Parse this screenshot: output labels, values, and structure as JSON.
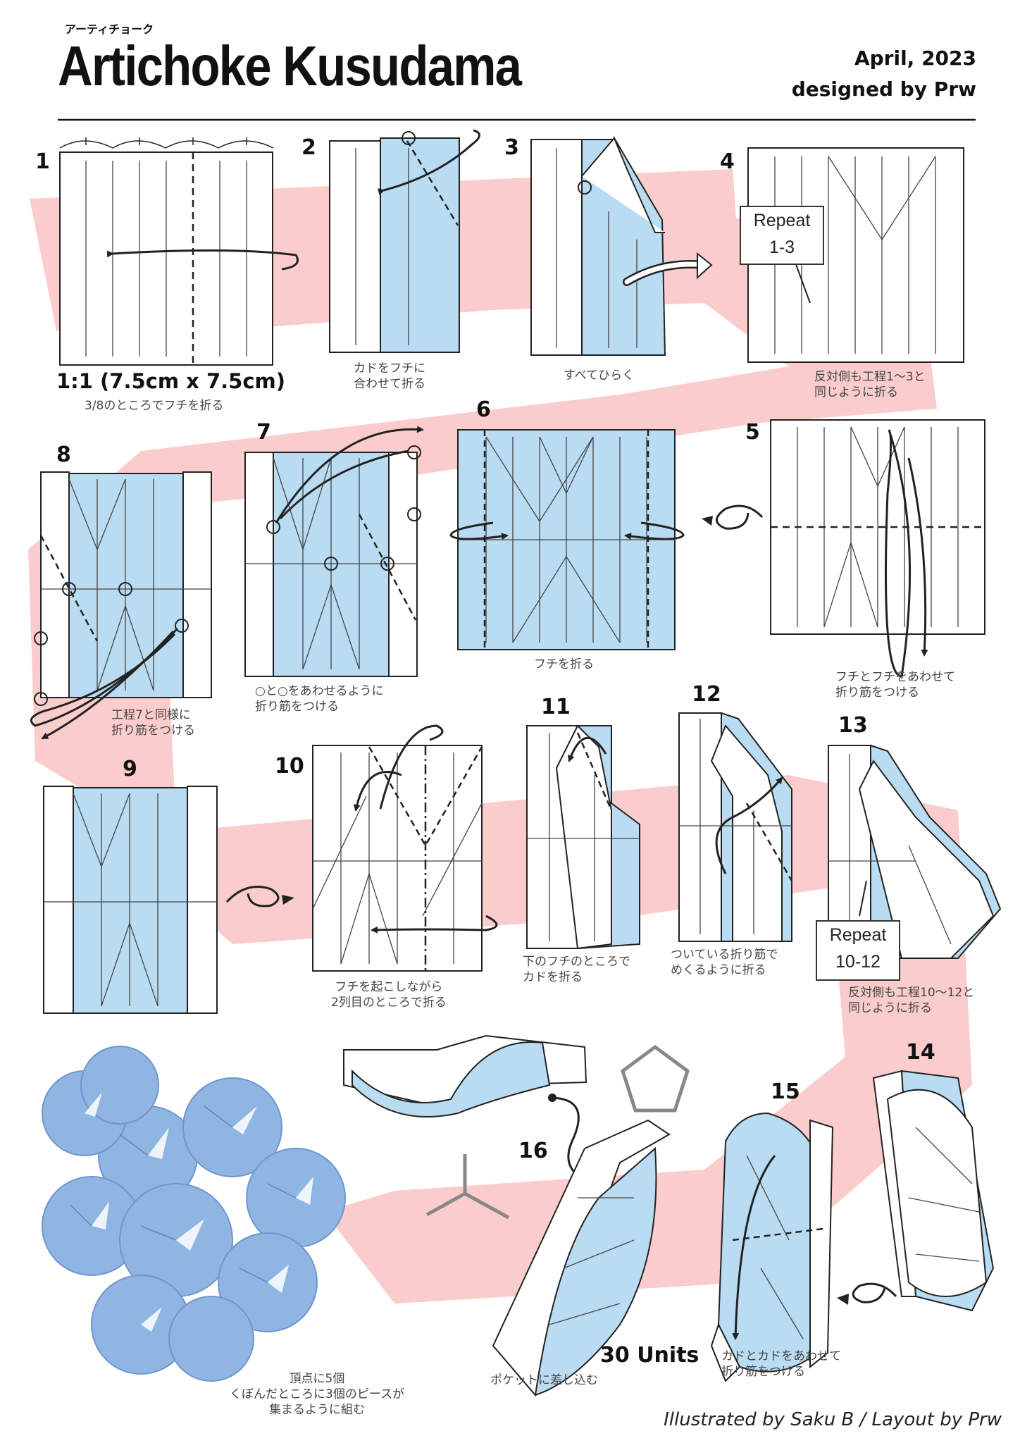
{
  "header": {
    "kana": "アーティチョーク",
    "title": "Artichoke Kusudama",
    "date": "April, 2023",
    "designer": "designed by Prw"
  },
  "steps": {
    "s1": {
      "num": "1",
      "ratio": "1:1 (7.5cm x 7.5cm)",
      "caption": "3/8のところでフチを折る"
    },
    "s2": {
      "num": "2",
      "caption": "カドをフチに\n合わせて折る"
    },
    "s3": {
      "num": "3",
      "caption": "すべてひらく"
    },
    "s4": {
      "num": "4",
      "caption": "反対側も工程1〜3と\n同じように折る",
      "repeat": [
        "Repeat",
        "1-3"
      ]
    },
    "s5": {
      "num": "5",
      "caption": "フチとフチをあわせて\n折り筋をつける"
    },
    "s6": {
      "num": "6",
      "caption": "フチを折る"
    },
    "s7": {
      "num": "7",
      "caption": "○と○をあわせるように\n折り筋をつける"
    },
    "s8": {
      "num": "8",
      "caption": "工程7と同様に\n折り筋をつける"
    },
    "s9": {
      "num": "9"
    },
    "s10": {
      "num": "10",
      "caption": "フチを起こしながら\n2列目のところで折る"
    },
    "s11": {
      "num": "11",
      "caption": "下のフチのところで\nカドを折る"
    },
    "s12": {
      "num": "12",
      "caption": "ついている折り筋で\nめくるように折る"
    },
    "s13": {
      "num": "13",
      "caption": "反対側も工程10〜12と\n同じように折る",
      "repeat": [
        "Repeat",
        "10-12"
      ]
    },
    "s14": {
      "num": "14"
    },
    "s15": {
      "num": "15",
      "caption": "カドとカドをあわせて\n折り筋をつける"
    },
    "s16": {
      "num": "16",
      "caption": "ポケットに差し込む",
      "units": "30 Units"
    }
  },
  "assembly": {
    "caption": "頂点に5個\nくぼんだところに3個のピースが\n集まるように組む"
  },
  "footer": {
    "credit": "Illustrated by Saku B / Layout by Prw"
  },
  "colors": {
    "paper_blue": "#b9dcf2",
    "ribbon_pink": "#fbcccc",
    "ink": "#222222"
  }
}
